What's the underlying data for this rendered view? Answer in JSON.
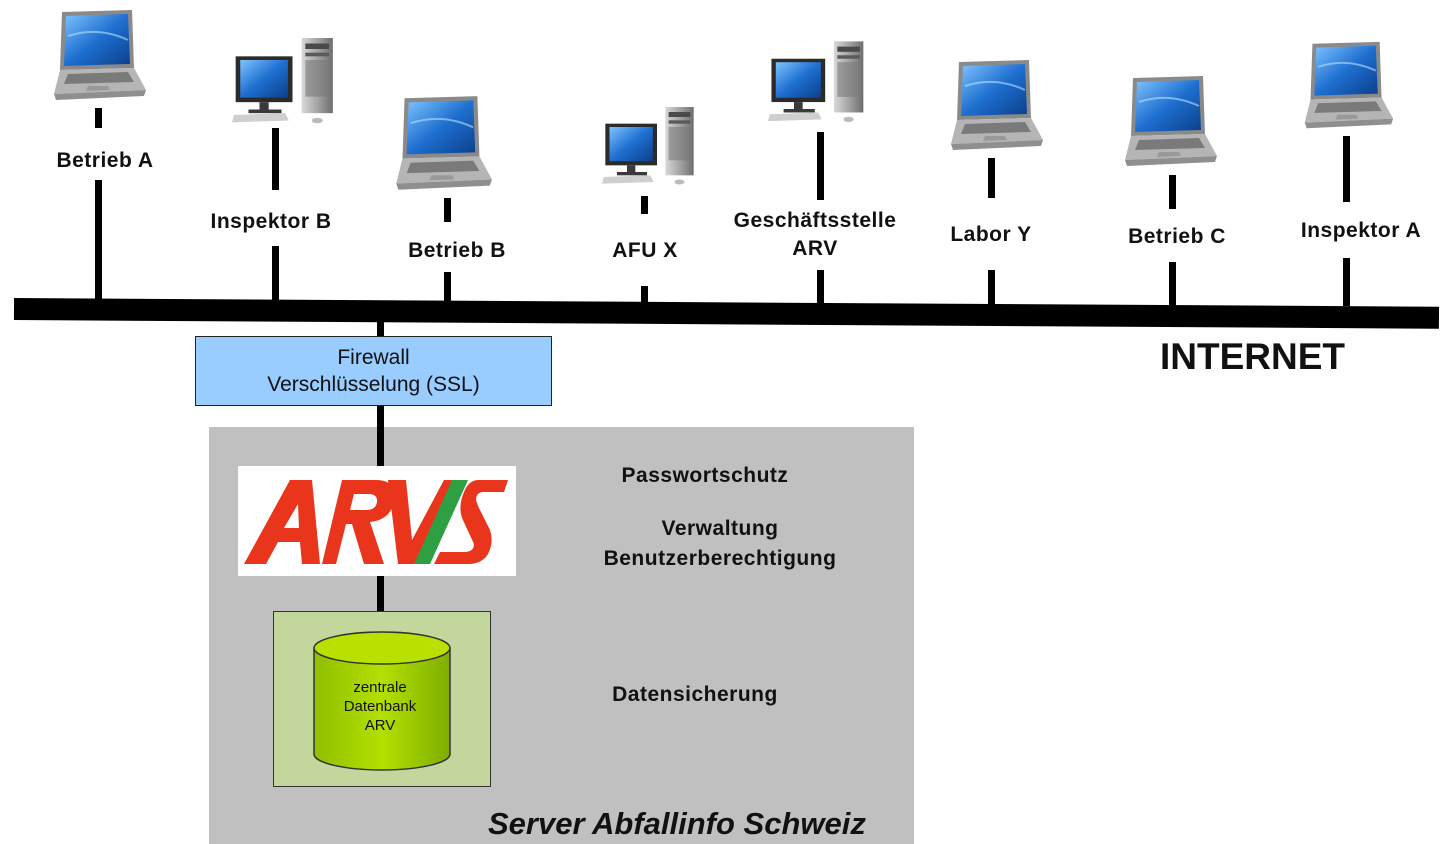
{
  "nodes": [
    {
      "id": "betrieb-a",
      "label": "Betrieb A",
      "device": "laptop-icon"
    },
    {
      "id": "inspektor-b",
      "label": "Inspektor B",
      "device": "desktop-computer-icon"
    },
    {
      "id": "betrieb-b",
      "label": "Betrieb B",
      "device": "laptop-icon"
    },
    {
      "id": "afu-x",
      "label": "AFU X",
      "device": "desktop-computer-icon"
    },
    {
      "id": "geschaeftsstelle",
      "label_line1": "Geschäftsstelle",
      "label_line2": "ARV",
      "device": "desktop-computer-icon"
    },
    {
      "id": "labor-y",
      "label": "Labor Y",
      "device": "laptop-icon"
    },
    {
      "id": "betrieb-c",
      "label": "Betrieb C",
      "device": "laptop-icon"
    },
    {
      "id": "inspektor-a",
      "label": "Inspektor A",
      "device": "laptop-icon"
    }
  ],
  "network": {
    "label": "INTERNET"
  },
  "firewall": {
    "line1": "Firewall",
    "line2": "Verschlüsselung (SSL)"
  },
  "server": {
    "title": "Server Abfallinfo Schweiz",
    "logo_text": "ARVIS",
    "features": {
      "password": "Passwortschutz",
      "admin_line1": "Verwaltung",
      "admin_line2": "Benutzerberechtigung",
      "backup": "Datensicherung"
    },
    "database": {
      "line1": "zentrale",
      "line2": "Datenbank",
      "line3": "ARV"
    }
  },
  "colors": {
    "firewall_fill": "#99ccff",
    "server_fill": "#c0c0c0",
    "database_box": "#c3d69b",
    "database_cylinder": "#99cc00",
    "logo_red": "#e8351c",
    "logo_green": "#2ea043",
    "screen_blue": "#1e6fd0"
  }
}
